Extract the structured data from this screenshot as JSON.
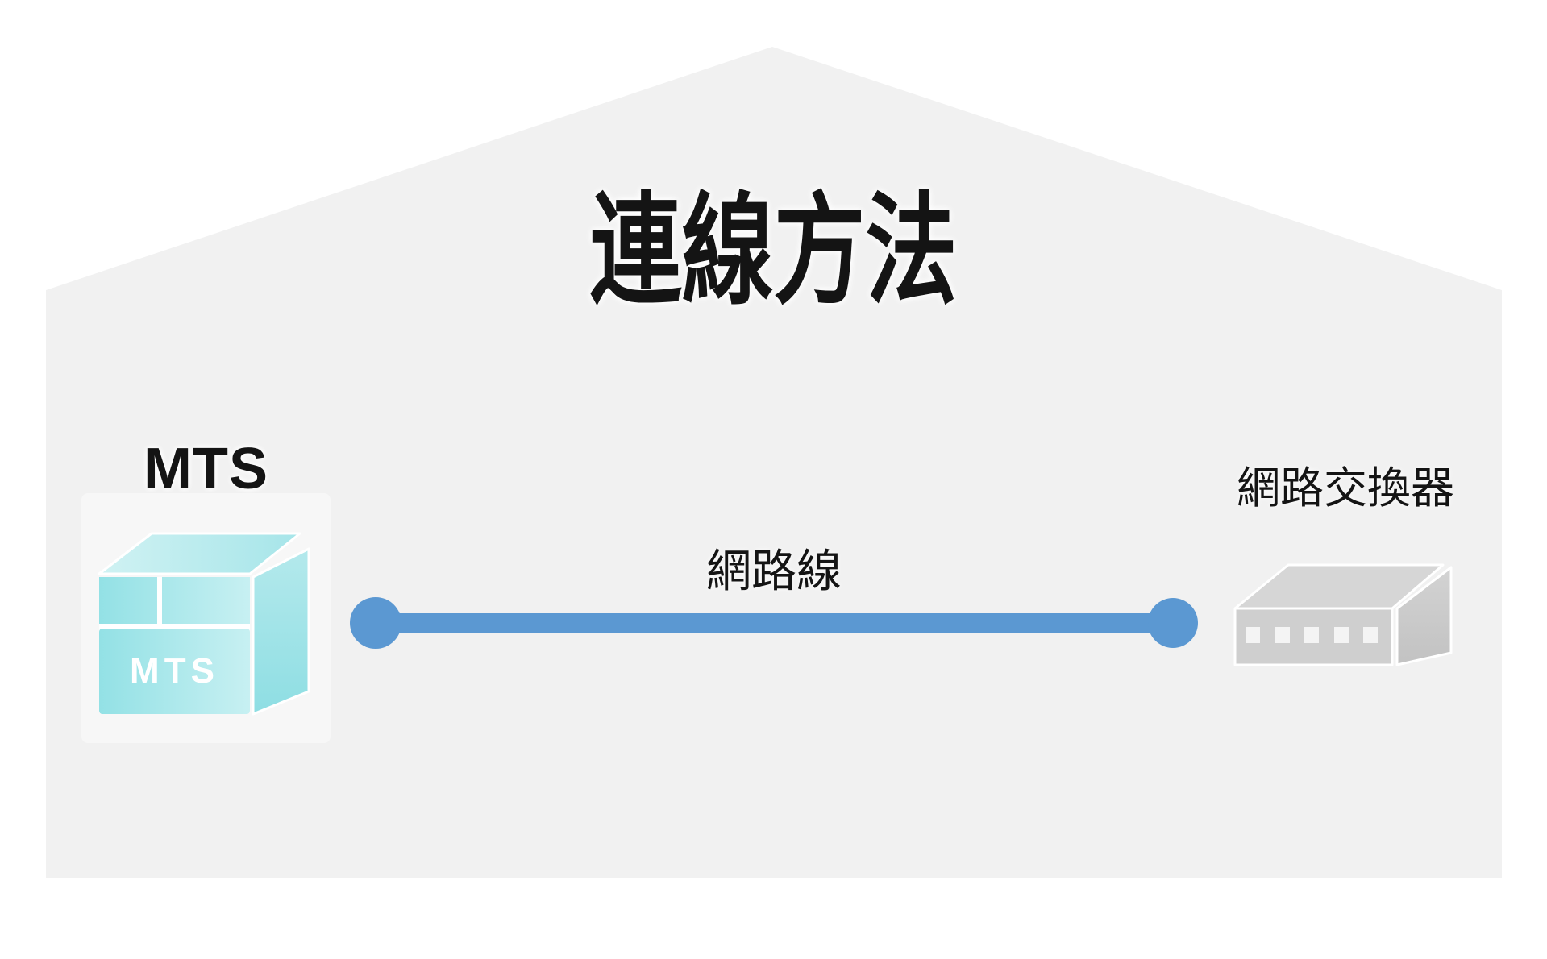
{
  "title": "連線方法",
  "mts_device": {
    "label": "MTS",
    "cube_text": "MTS",
    "icon": "mts-cube-icon"
  },
  "cable": {
    "label": "網路線",
    "icon": "network-cable-line"
  },
  "network_switch": {
    "label": "網路交換器",
    "icon": "network-switch-icon"
  },
  "colors": {
    "page_bg": "#ffffff",
    "house_bg": "#f1f1f1",
    "icon_tile_bg": "#f7f7f7",
    "cable_blue": "#5b98d2",
    "title_text": "#141414",
    "cube_text": "#ffffff",
    "cube_front_light": "#c7f0f2",
    "cube_front_dark": "#93e1e5",
    "cube_top_light": "#d0f2f3",
    "cube_top_dark": "#a6e5e9",
    "cube_side_light": "#b4e9ec",
    "cube_side_dark": "#8edee3",
    "switch_front": "#cfcfcf",
    "switch_top": "#d6d6d6",
    "switch_side_light": "#d3d3d3",
    "switch_side_dark": "#c2c2c2",
    "switch_port": "#f4f4f4"
  }
}
